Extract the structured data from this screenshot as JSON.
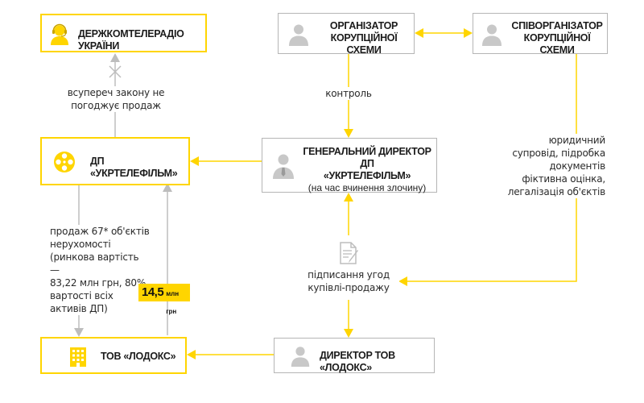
{
  "nodes": {
    "goskomteleradio": "ДЕРЖКОМТЕЛЕРАДІО УКРАЇНИ",
    "organizer_line1": "ОРГАНІЗАТОР",
    "organizer_line2": "КОРУПЦІЙНОЇ СХЕМИ",
    "coorganizer_line1": "СПІВОРГАНІЗАТОР",
    "coorganizer_line2": "КОРУПЦІЙНОЇ СХЕМИ",
    "ukrtelefilm": "ДП «УКРТЕЛЕФІЛЬМ»",
    "general_director_line1": "ГЕНЕРАЛЬНИЙ ДИРЕКТОР ДП",
    "general_director_line2": "«УКРТЕЛЕФІЛЬМ»",
    "general_director_note": "(на час вчинення злочину)",
    "lodoks": "ТОВ «ЛОДОКС»",
    "lodoks_director": "ДИРЕКТОР ТОВ «ЛОДОКС»"
  },
  "labels": {
    "not_approve_line1": "всупереч закону не",
    "not_approve_line2": "погоджує продаж",
    "control": "контроль",
    "legal_line1": "юридичний",
    "legal_line2": "супровід, підробка",
    "legal_line3": "документів",
    "legal_line4": "фіктивна оцінка,",
    "legal_line5": "легалізація об'єктів",
    "sale_line1": "продаж 67* об'єктів",
    "sale_line2": "нерухомості",
    "sale_line3": "(ринкова вартість —",
    "sale_line4": "83,22 млн грн, 80%",
    "sale_line5": "вартості всіх",
    "sale_line6": "активів ДП)",
    "signing_line1": "підписання угод",
    "signing_line2": "купівлі-продажу"
  },
  "badge": {
    "amount": "14,5",
    "unit": "млн грн"
  },
  "colors": {
    "accent": "#ffd500",
    "box_border": "#b5b5b5",
    "arrow_gray": "#b5b5b5"
  },
  "icons": [
    "headset-operator-icon",
    "person-icon",
    "film-reel-icon",
    "building-icon",
    "document-pen-icon"
  ]
}
